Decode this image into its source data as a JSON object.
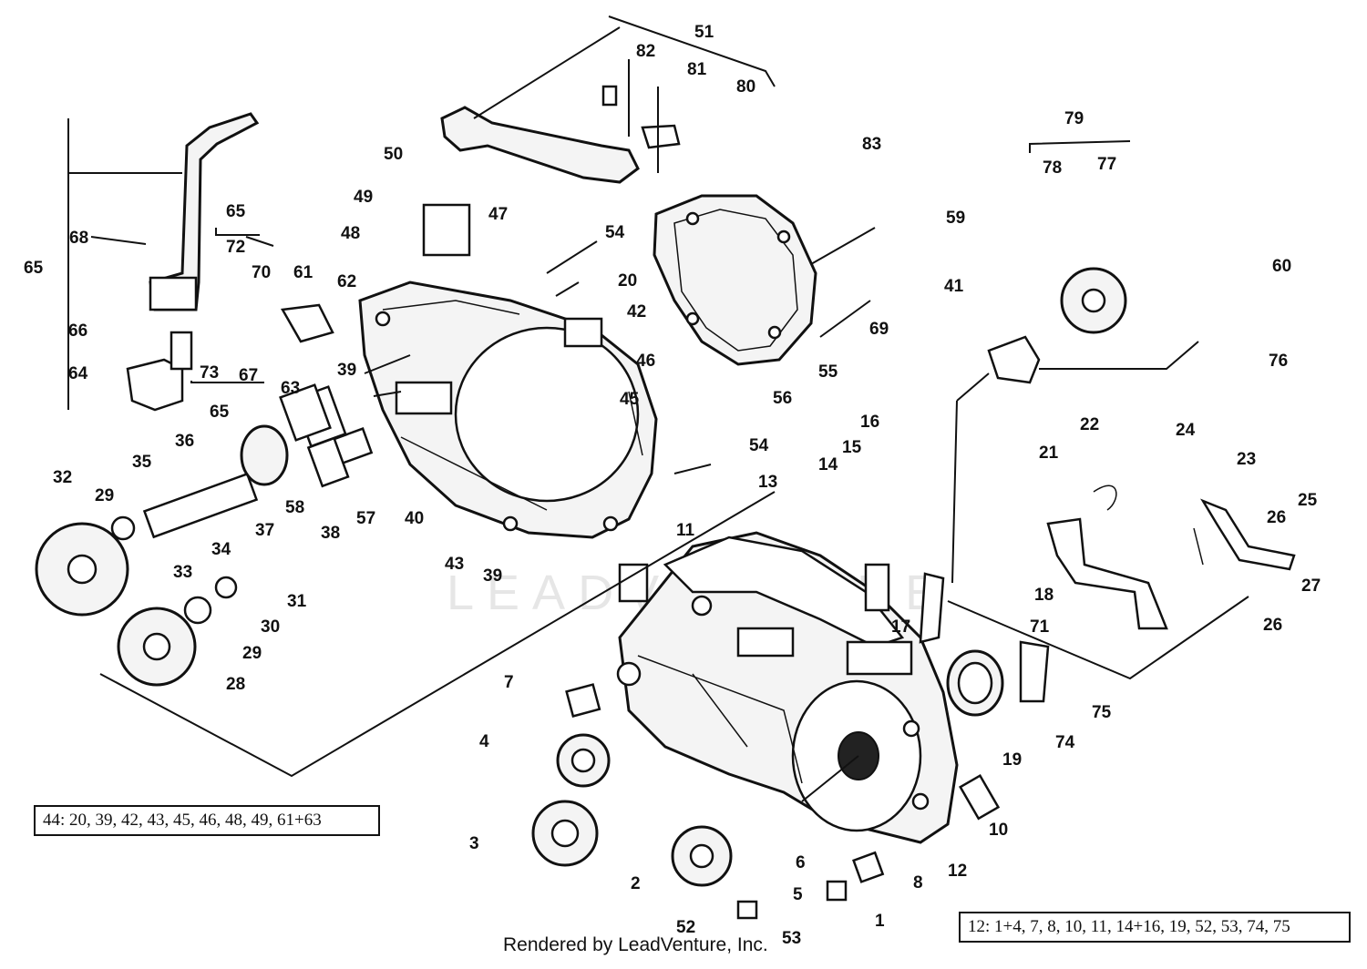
{
  "labels": {
    "l1": "1",
    "l2": "2",
    "l3": "3",
    "l4": "4",
    "l5": "5",
    "l6": "6",
    "l7": "7",
    "l8": "8",
    "l10": "10",
    "l11": "11",
    "l12": "12",
    "l13": "13",
    "l14": "14",
    "l15": "15",
    "l16": "16",
    "l17": "17",
    "l18": "18",
    "l19": "19",
    "l20a": "20",
    "l21": "21",
    "l22": "22",
    "l23": "23",
    "l24": "24",
    "l25": "25",
    "l26a": "26",
    "l26b": "26",
    "l27": "27",
    "l28": "28",
    "l29a": "29",
    "l29b": "29",
    "l30": "30",
    "l31": "31",
    "l32": "32",
    "l33": "33",
    "l34": "34",
    "l35": "35",
    "l36": "36",
    "l37": "37",
    "l38": "38",
    "l39a": "39",
    "l39b": "39",
    "l40": "40",
    "l41": "41",
    "l42": "42",
    "l43": "43",
    "l45": "45",
    "l46": "46",
    "l47": "47",
    "l48": "48",
    "l49": "49",
    "l50": "50",
    "l51": "51",
    "l52": "52",
    "l53": "53",
    "l54a": "54",
    "l54b": "54",
    "l55": "55",
    "l56": "56",
    "l57": "57",
    "l58": "58",
    "l59": "59",
    "l60": "60",
    "l61": "61",
    "l62": "62",
    "l63": "63",
    "l64": "64",
    "l65a": "65",
    "l65b": "65",
    "l65c": "65",
    "l66": "66",
    "l67": "67",
    "l68": "68",
    "l69": "69",
    "l70": "70",
    "l71": "71",
    "l72": "72",
    "l73": "73",
    "l74": "74",
    "l75": "75",
    "l76": "76",
    "l77": "77",
    "l78": "78",
    "l79": "79",
    "l80": "80",
    "l81": "81",
    "l82": "82",
    "l83": "83"
  },
  "notes": {
    "left": "44: 20, 39, 42, 43, 45, 46, 48, 49, 61+63",
    "right": "12: 1+4, 7, 8, 10, 11, 14+16, 19, 52, 53, 74, 75"
  },
  "footer": "Rendered by LeadVenture, Inc.",
  "watermark": "LEADVENTURE"
}
